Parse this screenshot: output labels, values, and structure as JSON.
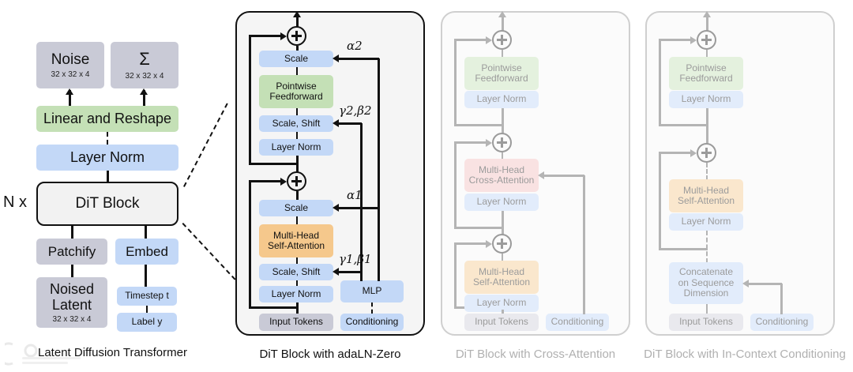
{
  "figure": {
    "title": "Diffusion Transformer (DiT) architecture diagram",
    "colors": {
      "gray": "#c9cad6",
      "blue": "#c3d8f7",
      "green": "#c4e0b6",
      "orange": "#f5c88c",
      "pink": "#f3c5c6",
      "outline": "#111111",
      "faded_outline": "#b4b4b4"
    }
  },
  "panel_latent": {
    "caption": "Latent Diffusion Transformer",
    "repeat_label": "N x",
    "nodes": {
      "noise": {
        "label": "Noise",
        "shape": "32 x 32 x 4"
      },
      "sigma": {
        "label": "Σ",
        "shape": "32 x 32 x 4"
      },
      "linear_reshape": {
        "label": "Linear and Reshape"
      },
      "layer_norm": {
        "label": "Layer Norm"
      },
      "dit_block": {
        "label": "DiT Block"
      },
      "patchify": {
        "label": "Patchify"
      },
      "embed": {
        "label": "Embed"
      },
      "noised_latent": {
        "label_line1": "Noised",
        "label_line2": "Latent",
        "shape": "32 x 32 x 4"
      },
      "timestep": {
        "label": "Timestep t"
      },
      "label_y": {
        "label": "Label y"
      }
    }
  },
  "panel_adaln": {
    "caption": "DiT Block with adaLN-Zero",
    "nodes": {
      "scale_top": {
        "label": "Scale"
      },
      "pointwise_ff": {
        "label_line1": "Pointwise",
        "label_line2": "Feedforward"
      },
      "scale_shift_2": {
        "label": "Scale, Shift"
      },
      "layer_norm_2": {
        "label": "Layer Norm"
      },
      "scale_bottom": {
        "label": "Scale"
      },
      "mhsa": {
        "label_line1": "Multi-Head",
        "label_line2": "Self-Attention"
      },
      "scale_shift_1": {
        "label": "Scale, Shift"
      },
      "layer_norm_1": {
        "label": "Layer Norm"
      },
      "mlp": {
        "label": "MLP"
      },
      "input_tokens": {
        "label": "Input Tokens"
      },
      "conditioning": {
        "label": "Conditioning"
      }
    },
    "annotations": {
      "alpha2": "α2",
      "gamma2_beta2": "γ2,β2",
      "alpha1": "α1",
      "gamma1_beta1": "γ1,β1"
    }
  },
  "panel_cross": {
    "caption": "DiT Block with Cross-Attention",
    "nodes": {
      "pointwise_ff": {
        "label_line1": "Pointwise",
        "label_line2": "Feedforward"
      },
      "layer_norm_3": {
        "label": "Layer Norm"
      },
      "mhca": {
        "label_line1": "Multi-Head",
        "label_line2": "Cross-Attention"
      },
      "layer_norm_2": {
        "label": "Layer Norm"
      },
      "mhsa": {
        "label_line1": "Multi-Head",
        "label_line2": "Self-Attention"
      },
      "layer_norm_1": {
        "label": "Layer Norm"
      },
      "input_tokens": {
        "label": "Input Tokens"
      },
      "conditioning": {
        "label": "Conditioning"
      }
    }
  },
  "panel_incontext": {
    "caption": "DiT Block with In-Context Conditioning",
    "nodes": {
      "pointwise_ff": {
        "label_line1": "Pointwise",
        "label_line2": "Feedforward"
      },
      "layer_norm_2": {
        "label": "Layer Norm"
      },
      "mhsa": {
        "label_line1": "Multi-Head",
        "label_line2": "Self-Attention"
      },
      "layer_norm_1": {
        "label": "Layer Norm"
      },
      "concat": {
        "label_line1": "Concatenate",
        "label_line2": "on Sequence",
        "label_line3": "Dimension"
      },
      "input_tokens": {
        "label": "Input Tokens"
      },
      "conditioning": {
        "label": "Conditioning"
      }
    }
  },
  "watermark": {
    "text": ""
  }
}
